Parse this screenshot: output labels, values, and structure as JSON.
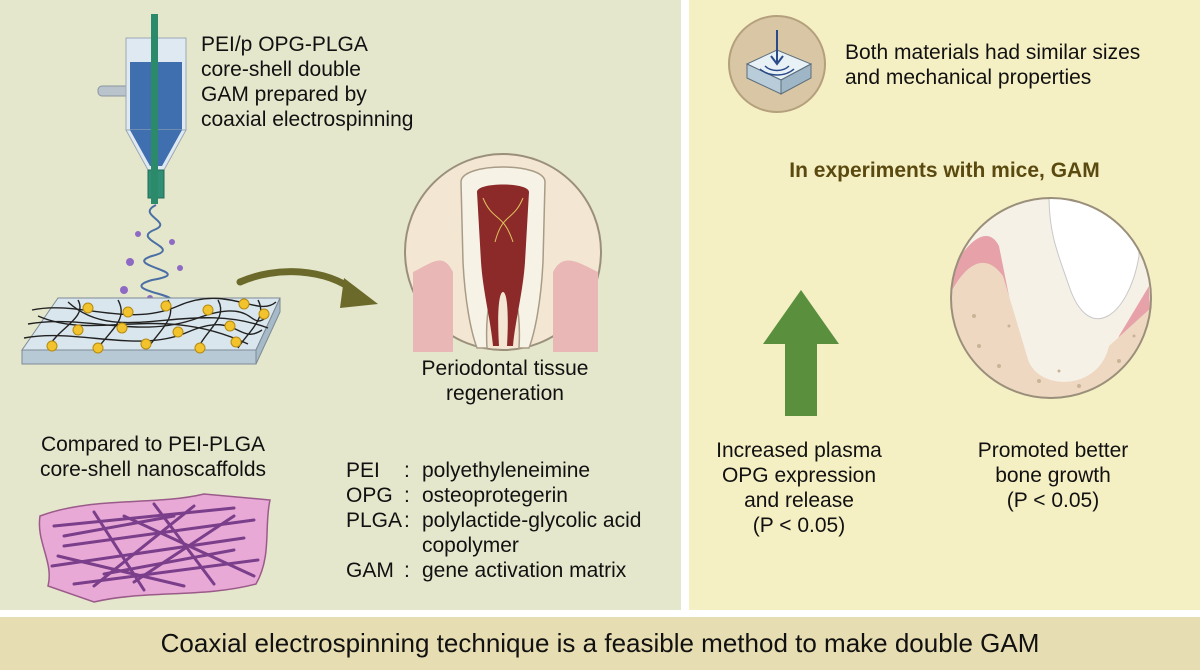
{
  "left": {
    "method_text": [
      "PEI/p OPG-PLGA",
      "core-shell double",
      "GAM prepared by",
      "coaxial electrospinning"
    ],
    "outcome_text": [
      "Periodontal tissue",
      "regeneration"
    ],
    "comparison_text": [
      "Compared to PEI-PLGA",
      "core-shell nanoscaffolds"
    ],
    "legend": [
      {
        "abbr": "PEI",
        "colon": ":",
        "definition": "polyethyleneimine"
      },
      {
        "abbr": "OPG",
        "colon": ":",
        "definition": "osteoprotegerin"
      },
      {
        "abbr": "PLGA",
        "colon": ":",
        "definition": "polylactide-glycolic acid copolymer"
      },
      {
        "abbr": "GAM",
        "colon": ":",
        "definition": "gene activation matrix"
      }
    ]
  },
  "right": {
    "similarity_text": [
      "Both materials had similar sizes",
      "and mechanical properties"
    ],
    "experiment_heading": "In experiments with mice, GAM",
    "result1_text": [
      "Increased plasma",
      "OPG expression",
      "and release",
      "(P < 0.05)"
    ],
    "result2_text": [
      "Promoted better",
      "bone growth",
      "(P < 0.05)"
    ]
  },
  "footer": {
    "conclusion": "Coaxial electrospinning technique is a feasible method to make double GAM"
  },
  "colors": {
    "left_bg": "#e5e7cc",
    "right_bg": "#f5efc4",
    "footer_bg": "#e7ddb2",
    "heading_text": "#5a4a10",
    "arrow_green": "#5a8f3e",
    "curved_arrow": "#6b6a2a"
  },
  "icons": [
    "electrospinning-syringe-icon",
    "fiber-mat-icon",
    "curved-arrow-icon",
    "tooth-cross-section-icon",
    "nanoscaffold-sheet-icon",
    "compression-test-icon",
    "up-arrow-icon",
    "tooth-bone-icon"
  ]
}
